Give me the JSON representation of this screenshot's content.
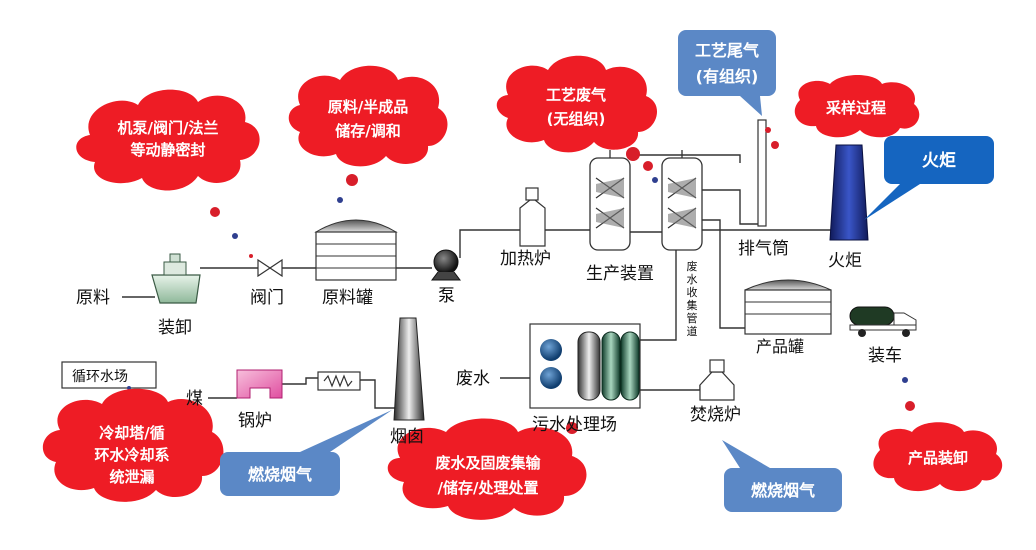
{
  "labels": {
    "raw_material": "原料",
    "loading_unloading": "装卸",
    "valve": "阀门",
    "raw_tank": "原料罐",
    "pump": "泵",
    "heating_furnace": "加热炉",
    "production_unit": "生产装置",
    "exhaust_stack": "排气筒",
    "flare": "火炬",
    "wastewater_pipe": "废水收集管道",
    "product_tank": "产品罐",
    "truck_loading": "装车",
    "circulating_water": "循环水场",
    "coal": "煤",
    "boiler": "锅炉",
    "chimney": "烟囱",
    "wastewater": "废水",
    "wwtp": "污水处理场",
    "incinerator": "焚烧炉"
  },
  "clouds": {
    "seals": [
      "机泵/阀门/法兰",
      "等动静密封"
    ],
    "storage": [
      "原料/半成品",
      "储存/调和"
    ],
    "fugitive_gas": [
      "工艺废气",
      "(无组织)"
    ],
    "sampling": [
      "采样过程"
    ],
    "cooling": [
      "冷却塔/循",
      "环水冷却系",
      "统泄漏"
    ],
    "waste_handling": [
      "废水及固废集输",
      "/储存/处理处置"
    ],
    "product_loading": [
      "产品装卸"
    ]
  },
  "bubbles": {
    "process_tail_gas": [
      "工艺尾气",
      "(有组织)"
    ],
    "flare_callout": "火炬",
    "combustion_gas_1": "燃烧烟气",
    "combustion_gas_2": "燃烧烟气"
  },
  "colors": {
    "cloud_red": "#ee1c25",
    "bubble_blue": "#5b88c6",
    "flare_blue": "#1565c0",
    "line": "#333333",
    "dot_red": "#d81e2a",
    "dot_blue": "#2f3f8f"
  }
}
